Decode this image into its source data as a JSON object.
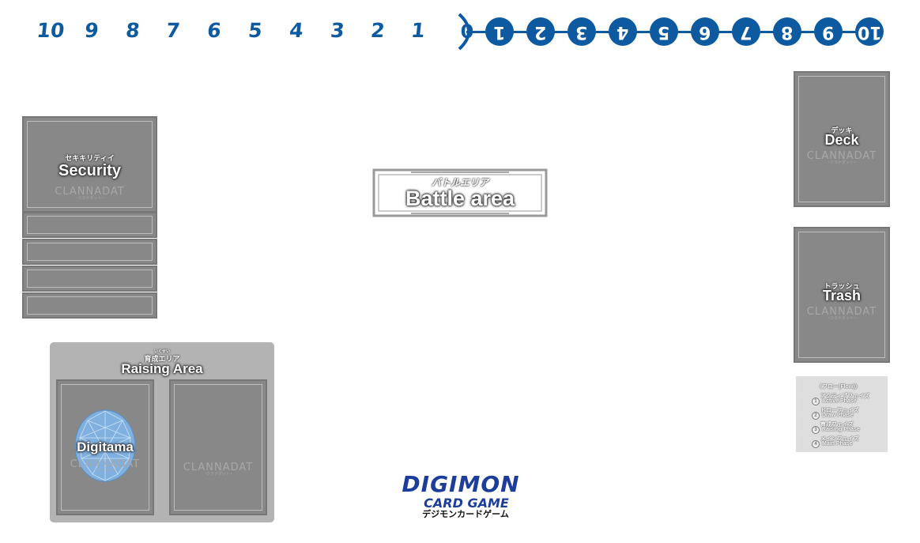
{
  "memory_gauge": {
    "opponent_side": [
      "10",
      "9",
      "8",
      "7",
      "6",
      "5",
      "4",
      "3",
      "2",
      "1"
    ],
    "zero": "0",
    "player_side": [
      "1",
      "2",
      "3",
      "4",
      "5",
      "6",
      "7",
      "8",
      "9",
      "10"
    ]
  },
  "security": {
    "jp": "セキキリティイ",
    "en": "Security",
    "brand": "CLANNADAT",
    "brand_sub": "~クラナダット~"
  },
  "battle_area": {
    "jp": "バトルエリア",
    "en": "Battle area"
  },
  "deck": {
    "jp": "デッキ",
    "en": "Deck",
    "brand": "CLANNADAT",
    "brand_sub": "~クラナダット~"
  },
  "trash": {
    "jp": "トラッシュ",
    "en": "Trash",
    "brand": "CLANNADAT",
    "brand_sub": "~クラナダット~"
  },
  "raising": {
    "jp": "育成エリア",
    "ruby": "いくせい",
    "en": "Raising Area",
    "digitama": {
      "en": "Digitama",
      "brand": "CLANNADAT",
      "brand_sub": "~クラナダット~"
    },
    "field": {
      "brand": "CLANNADAT",
      "brand_sub": "~クラナダット~"
    }
  },
  "flow": {
    "title": "〈フロー(Flow)〉",
    "steps": [
      {
        "num": "1",
        "jp": "アクティブフェイズ",
        "en": "Active Phase"
      },
      {
        "num": "2",
        "jp": "ドローフェイズ",
        "en": "Draw Phase"
      },
      {
        "num": "3",
        "jp": "育成フェイズ",
        "en": "Raising Phase"
      },
      {
        "num": "4",
        "jp": "メインフェイズ",
        "en": "Main Phase"
      }
    ]
  },
  "logo": {
    "line1": "DIGIMON",
    "line2": "CARD GAME",
    "line3": "デジモンカードゲーム"
  },
  "colors": {
    "gauge_blue": "#0e5aa0",
    "card_gray": "#888888",
    "raising_bg": "#b3b3b3",
    "logo_blue": "#1d3d9a"
  }
}
